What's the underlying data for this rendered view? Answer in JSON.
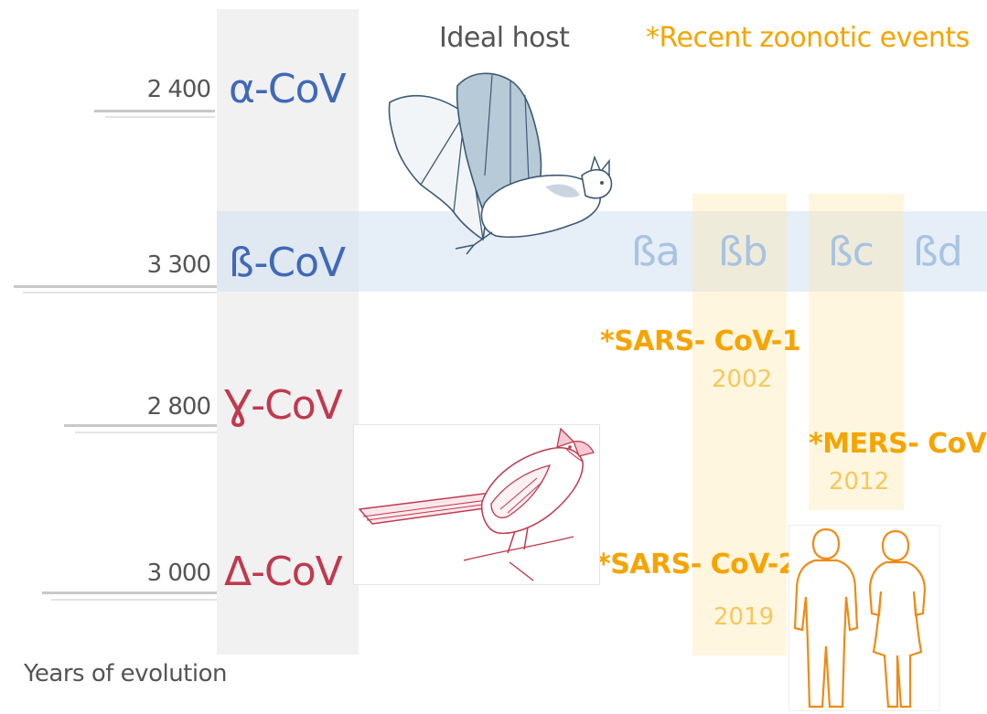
{
  "header": {
    "ideal_host": "Ideal host",
    "recent_events": "*Recent zoonotic events",
    "colors": {
      "title_gray": "#555555",
      "accent_orange": "#f5a400"
    }
  },
  "genera": [
    {
      "name": "α-CoV",
      "years": "2 400",
      "color": "#3f69b8"
    },
    {
      "name": "ß-CoV",
      "years": "3 300",
      "color": "#3f69b8"
    },
    {
      "name": "Ɣ-CoV",
      "years": "2 800",
      "color": "#c0394f"
    },
    {
      "name": "Δ-CoV",
      "years": "3 000",
      "color": "#c0394f"
    }
  ],
  "beta_subgenera": [
    "ßa",
    "ßb",
    "ßc",
    "ßd"
  ],
  "events": [
    {
      "name": "*SARS- CoV-1",
      "year": "2002"
    },
    {
      "name": "*MERS- CoV",
      "year": "2012"
    },
    {
      "name": "*SARS- CoV-2",
      "year": "2019"
    }
  ],
  "footer": {
    "axis_label": "Years of evolution"
  },
  "icons": [
    "bat-icon",
    "bird-icon",
    "humans-icon"
  ]
}
